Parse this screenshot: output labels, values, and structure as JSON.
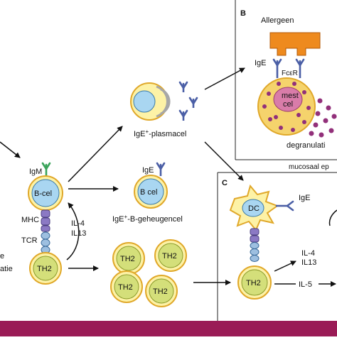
{
  "panels": {
    "b": "B",
    "c": "C"
  },
  "labels": {
    "allergeen": "Allergeen",
    "ige_b_left": "IgE",
    "fceri": "FcεR",
    "mest": "mest",
    "cel": "cel",
    "degranulatie": "degranulati",
    "mucosaal": "mucosaal ep",
    "ige_c": "IgE",
    "dc": "DC",
    "il4_c": "IL-4",
    "il13_c": "IL13",
    "il5_c": "IL-5",
    "th2_c": "TH2",
    "igm": "IgM",
    "b_cel": "B-cel",
    "mhc": "MHC",
    "tcr": "TCR",
    "th2_main": "TH2",
    "il4_main": "IL-4",
    "il13_main": "IL13",
    "ige_plasma": "IgE",
    "plasmacel_sup": "+",
    "plasmacel_rest": "-plasmacel",
    "ige_mem_above": "IgE",
    "b_cel_mem": "B cel",
    "mem_label_ige": "IgE",
    "mem_label_sup": "+",
    "mem_label_rest": "-B-geheugencel",
    "th2_cluster": [
      "TH2",
      "TH2",
      "TH2",
      "TH2"
    ],
    "left_e": "e",
    "left_atie": "atie"
  },
  "colors": {
    "cell_fill": "#fdf2a6",
    "cell_ring": "#e0a82a",
    "nucleus_blue": "#a9d6f1",
    "th2_fill": "#d4df7a",
    "plasma_crescent": "#a7a7a7",
    "antibody": "#4b5fa6",
    "igm": "#3aa35a",
    "allergen": "#ee8a1e",
    "mast_fill": "#f5d36c",
    "mast_nucleus": "#d97ca9",
    "granule": "#92307a",
    "mhc_fill": "#8b79c4",
    "tcr_fill": "#9dbfe0",
    "dc_fill": "#fdf2a6",
    "bottom_bar": "#9a1b56"
  }
}
